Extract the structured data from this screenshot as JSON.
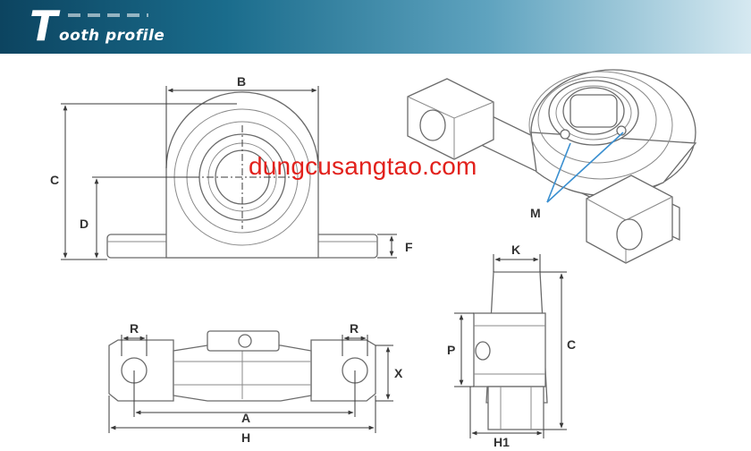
{
  "header": {
    "logo_initial": "T",
    "logo_rest": "ooth profile"
  },
  "watermark": "dungcusangtao.com",
  "labels": {
    "B": "B",
    "C": "C",
    "D": "D",
    "F": "F",
    "M": "M",
    "K": "K",
    "P": "P",
    "C_side": "C",
    "H1": "H1",
    "R_left": "R",
    "R_right": "R",
    "X": "X",
    "A": "A",
    "H": "H"
  },
  "colors": {
    "header_dark": "#0c4460",
    "header_light": "#d6e9f1",
    "watermark": "#e2211c",
    "leader": "#3a8fd0"
  }
}
